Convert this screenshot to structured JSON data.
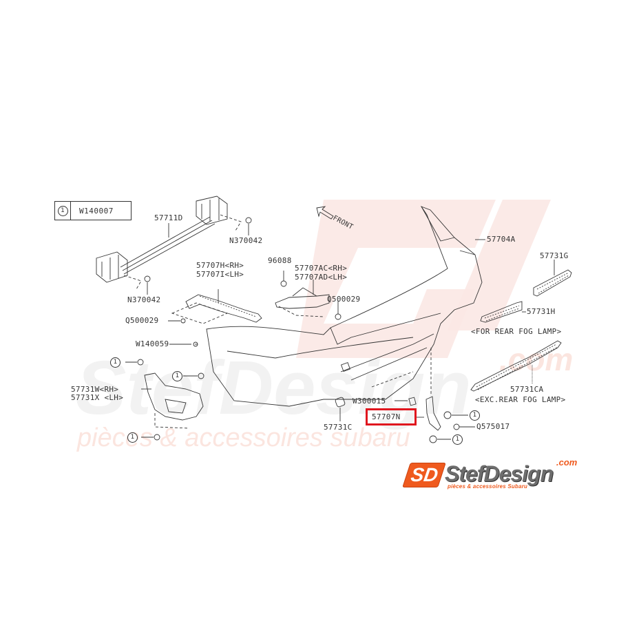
{
  "legend": {
    "symbol": "1",
    "part": "W140007"
  },
  "direction_marker": "FRONT",
  "parts": {
    "rear_beam": "57711D",
    "nut_upper": "N370042",
    "nut_lower": "N370042",
    "side_bracket_rh": "57707H<RH>",
    "side_bracket_lh": "57707I<LH>",
    "clip_96088": "96088",
    "center_bracket_rh": "57707AC<RH>",
    "center_bracket_lh": "57707AD<LH>",
    "screw_right": "Q500029",
    "screw_left": "Q500029",
    "bumper_face": "57704A",
    "grille_upper": "57731G",
    "grille_lower": "57731H",
    "fog_note": "<FOR REAR FOG LAMP>",
    "clip_w140059": "W140059",
    "side_cover_rh": "57731W<RH>",
    "side_cover_lh": "57731X <LH>",
    "cover_c": "57731C",
    "nut_w300015": "W300015",
    "bracket_n": "57707N",
    "screw_q575017": "Q575017",
    "grille_ca": "57731CA",
    "exc_fog_note": "<EXC.REAR FOG LAMP>"
  },
  "callout_symbol": "1",
  "highlighted_part": "57707N",
  "colors": {
    "highlight": "#e0161e",
    "brand_orange": "#ef5a1e",
    "watermark": "#f7e0dc",
    "line": "#333333"
  },
  "watermark": {
    "main": "StefDesign",
    "com": ".com",
    "tagline": "pièces & accessoires subaru"
  },
  "logo": {
    "mark": "SD",
    "name": "StefDesign",
    "com": ".com",
    "tagline": "pièces & accessoires Subaru"
  }
}
